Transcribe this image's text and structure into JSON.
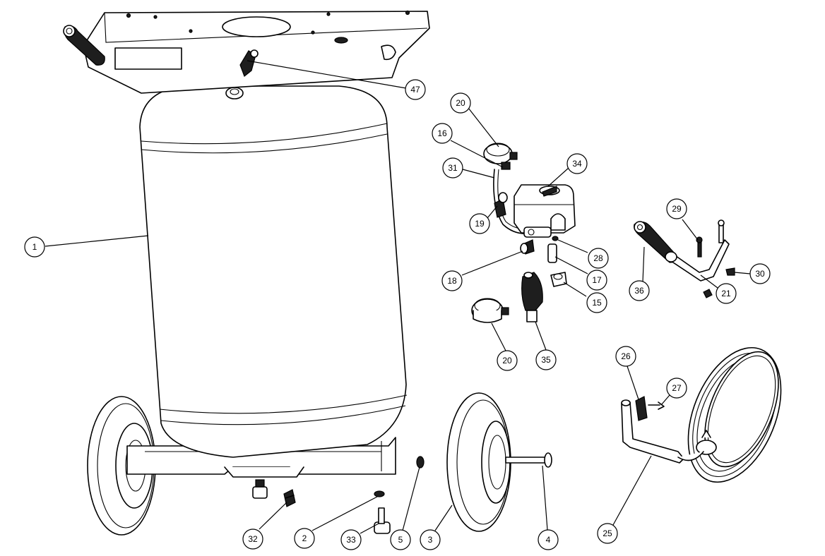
{
  "callouts": [
    {
      "id": "1",
      "label": "1"
    },
    {
      "id": "2",
      "label": "2"
    },
    {
      "id": "3",
      "label": "3"
    },
    {
      "id": "4",
      "label": "4"
    },
    {
      "id": "5",
      "label": "5"
    },
    {
      "id": "15",
      "label": "15"
    },
    {
      "id": "16",
      "label": "16"
    },
    {
      "id": "17",
      "label": "17"
    },
    {
      "id": "18",
      "label": "18"
    },
    {
      "id": "19",
      "label": "19"
    },
    {
      "id": "20a",
      "label": "20"
    },
    {
      "id": "20b",
      "label": "20"
    },
    {
      "id": "21",
      "label": "21"
    },
    {
      "id": "25",
      "label": "25"
    },
    {
      "id": "26",
      "label": "26"
    },
    {
      "id": "27",
      "label": "27"
    },
    {
      "id": "28",
      "label": "28"
    },
    {
      "id": "29",
      "label": "29"
    },
    {
      "id": "30",
      "label": "30"
    },
    {
      "id": "31",
      "label": "31"
    },
    {
      "id": "32",
      "label": "32"
    },
    {
      "id": "33",
      "label": "33"
    },
    {
      "id": "34",
      "label": "34"
    },
    {
      "id": "35",
      "label": "35"
    },
    {
      "id": "36",
      "label": "36"
    },
    {
      "id": "47",
      "label": "47"
    }
  ]
}
